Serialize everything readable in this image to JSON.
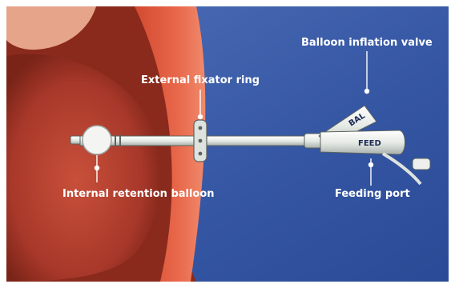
{
  "labels": {
    "balloon_inflation_valve": "Balloon inflation valve",
    "external_fixator_ring": "External fixator ring",
    "internal_retention_balloon": "Internal retention balloon",
    "feeding_port": "Feeding port"
  },
  "port_tags": {
    "bal": "BAL",
    "feed": "FEED"
  },
  "colors": {
    "background_blue": "#3b5aa6",
    "stomach_tissue": "#b53a2a",
    "abdominal_wall": "#e0563a",
    "tube": "#e9ece9",
    "label_text": "#ffffff"
  }
}
